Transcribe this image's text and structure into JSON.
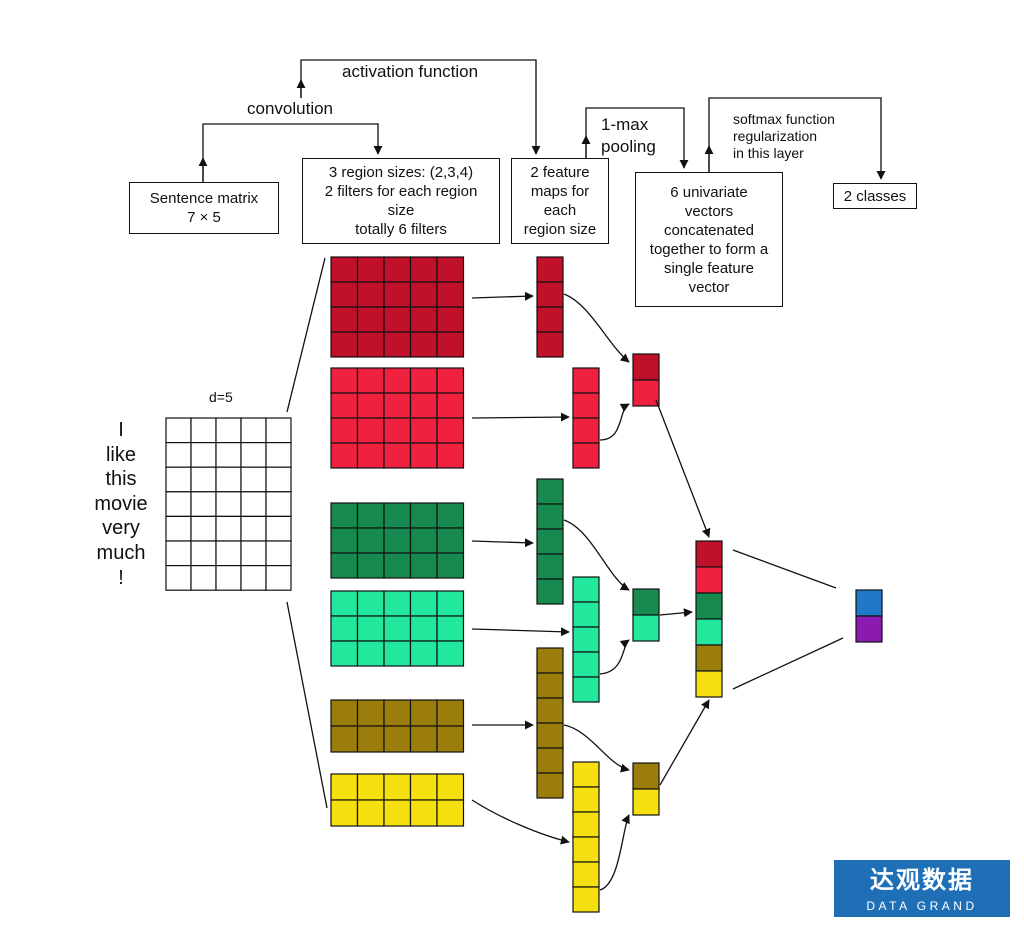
{
  "labels": {
    "activation_function": "activation function",
    "convolution": "convolution",
    "one_max_pooling": "1-max\npooling",
    "softmax": "softmax function\nregularization\nin this layer",
    "d5": "d=5"
  },
  "boxes": {
    "sentence_matrix": "Sentence matrix\n7 × 5",
    "region_sizes": "3 region sizes: (2,3,4)\n2 filters for each region\nsize\ntotally 6 filters",
    "feature_maps": "2 feature\nmaps for\neach\nregion size",
    "univariate": "6 univariate\nvectors\nconcatenated\ntogether to form a\nsingle feature\nvector",
    "classes": "2 classes"
  },
  "sentence_words": [
    "I",
    "like",
    "this",
    "movie",
    "very",
    "much",
    "!"
  ],
  "sentence_matrix": {
    "rows": 7,
    "cols": 5
  },
  "colors": {
    "red_dark": "#c0102a",
    "red": "#f0203f",
    "green_dark": "#178a4f",
    "green_light": "#22e89d",
    "olive": "#9a7d0a",
    "yellow": "#f7e010",
    "blue": "#1f78c8",
    "purple": "#8a1ab0",
    "logo_bg": "#1f6fb7"
  },
  "filters": [
    {
      "color": "red_dark",
      "rows": 4,
      "cols": 5
    },
    {
      "color": "red",
      "rows": 4,
      "cols": 5
    },
    {
      "color": "green_dark",
      "rows": 3,
      "cols": 5
    },
    {
      "color": "green_light",
      "rows": 3,
      "cols": 5
    },
    {
      "color": "olive",
      "rows": 2,
      "cols": 5
    },
    {
      "color": "yellow",
      "rows": 2,
      "cols": 5
    }
  ],
  "feature_maps": [
    {
      "color": "red_dark",
      "cells": 4
    },
    {
      "color": "red",
      "cells": 4
    },
    {
      "color": "green_dark",
      "cells": 5
    },
    {
      "color": "green_light",
      "cells": 5
    },
    {
      "color": "olive",
      "cells": 6
    },
    {
      "color": "yellow",
      "cells": 6
    }
  ],
  "pooled_pairs": [
    [
      "red_dark",
      "red"
    ],
    [
      "green_dark",
      "green_light"
    ],
    [
      "olive",
      "yellow"
    ]
  ],
  "concatenated": [
    "red_dark",
    "red",
    "green_dark",
    "green_light",
    "olive",
    "yellow"
  ],
  "output_classes": [
    "blue",
    "purple"
  ],
  "logo": {
    "cn": "达观数据",
    "en": "DATA GRAND"
  }
}
